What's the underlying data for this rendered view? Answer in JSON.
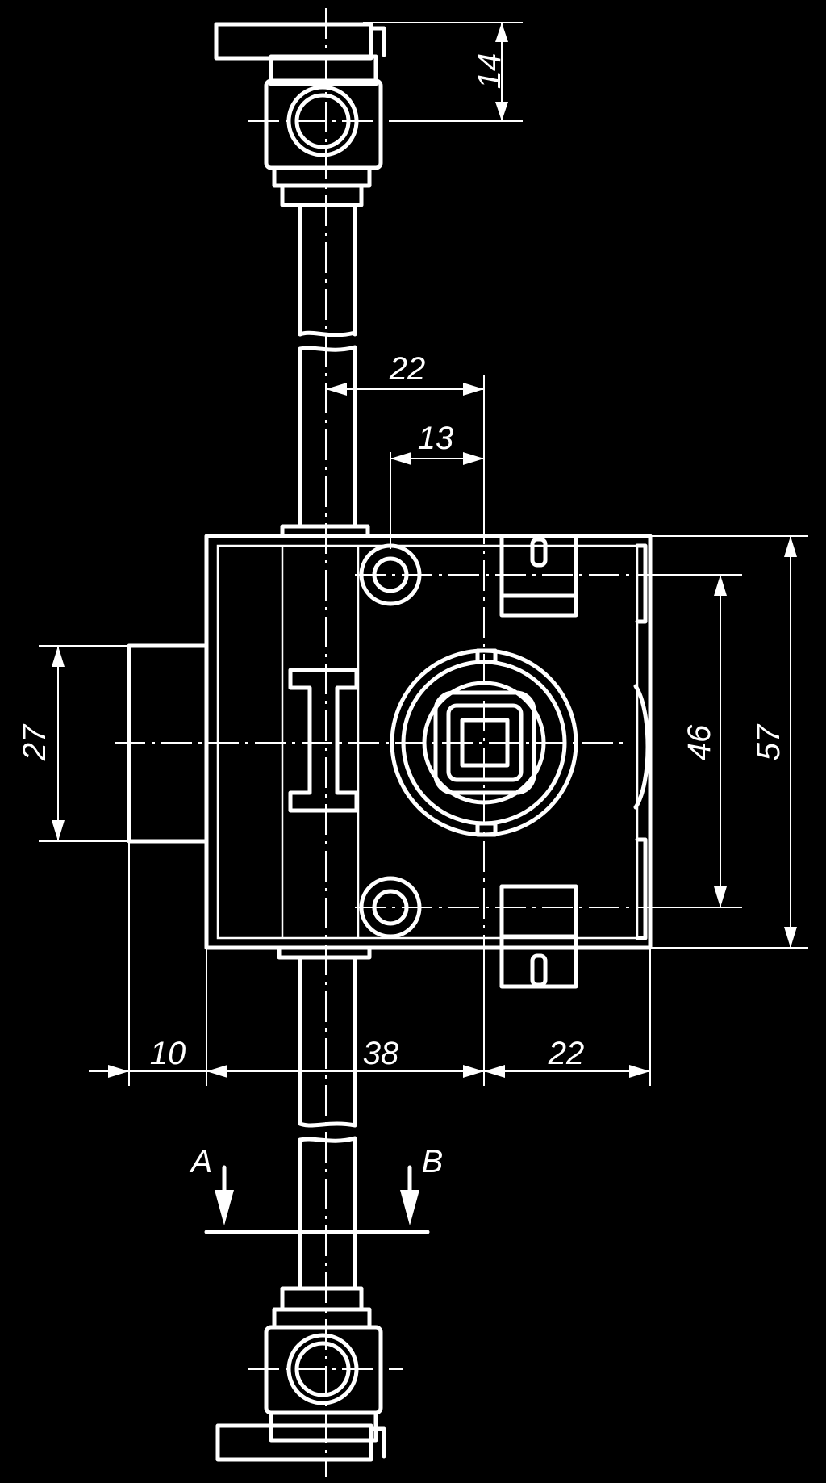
{
  "colors": {
    "background": "#000000",
    "ink": "#ffffff"
  },
  "dimensions": {
    "d14": "14",
    "d22_top": "22",
    "d13": "13",
    "d27": "27",
    "d46": "46",
    "d57": "57",
    "d10": "10",
    "d38": "38",
    "d22_bottom": "22"
  },
  "section_labels": {
    "a": "A",
    "b": "B"
  }
}
